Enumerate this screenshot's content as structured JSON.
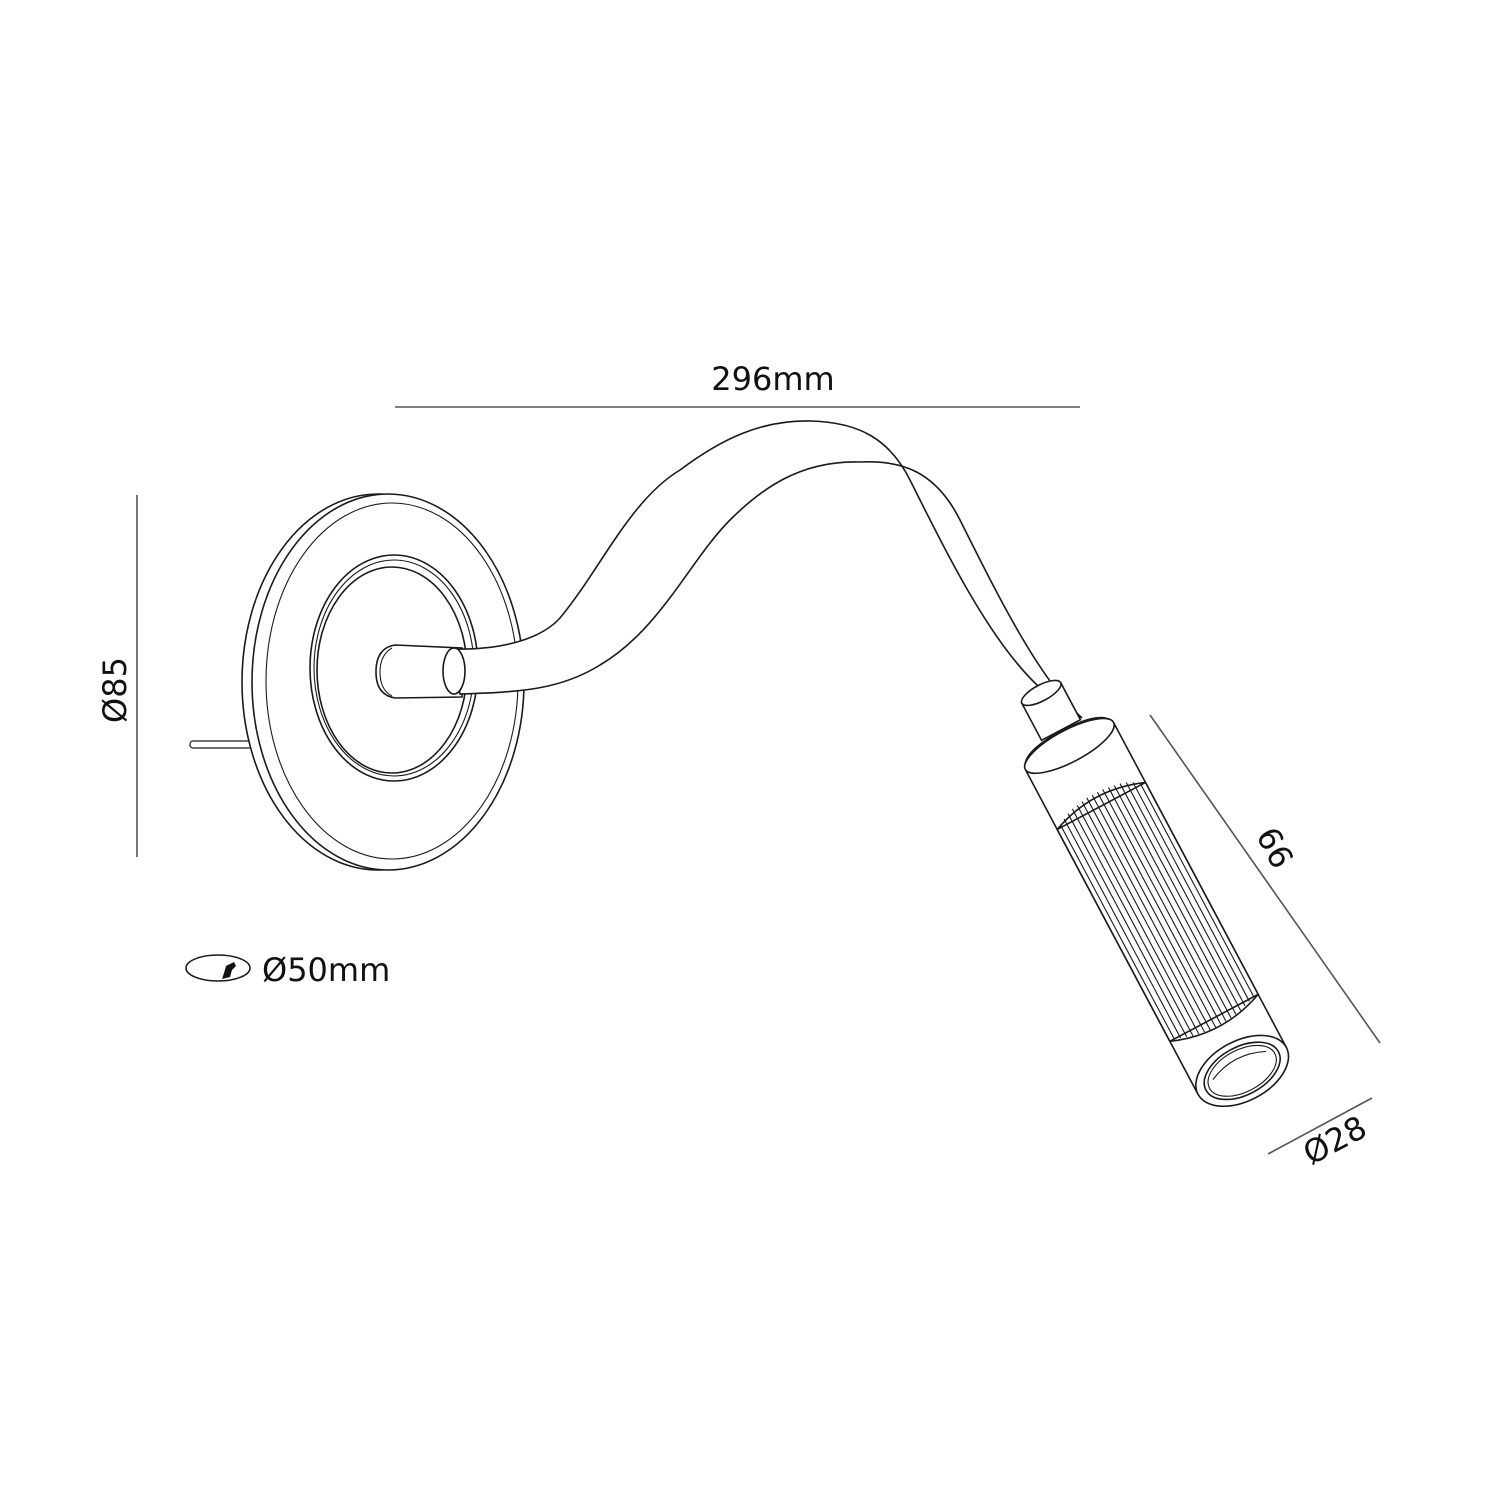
{
  "drawing": {
    "subject": "Wall-mounted flexible gooseneck reading light",
    "line_color": "#1a1a1a",
    "dimension_line_color": "#555555",
    "background": "#ffffff"
  },
  "dimensions": {
    "overall_width": {
      "label": "296mm",
      "value": 296,
      "unit": "mm"
    },
    "base_diameter": {
      "label": "Ø85",
      "value": 85
    },
    "head_length": {
      "label": "66",
      "value": 66
    },
    "head_diameter": {
      "label": "Ø28",
      "value": 28
    }
  },
  "legend": {
    "cutout": {
      "icon": "recessed-cutout-icon",
      "label": "Ø50mm",
      "value": 50,
      "unit": "mm"
    }
  },
  "parts": [
    {
      "name": "wall-base-plate"
    },
    {
      "name": "inner-ring"
    },
    {
      "name": "mounting-stub"
    },
    {
      "name": "flexible-gooseneck-arm"
    },
    {
      "name": "arm-collar"
    },
    {
      "name": "lamp-head"
    },
    {
      "name": "ribbed-sleeve"
    },
    {
      "name": "lens-bezel"
    }
  ]
}
